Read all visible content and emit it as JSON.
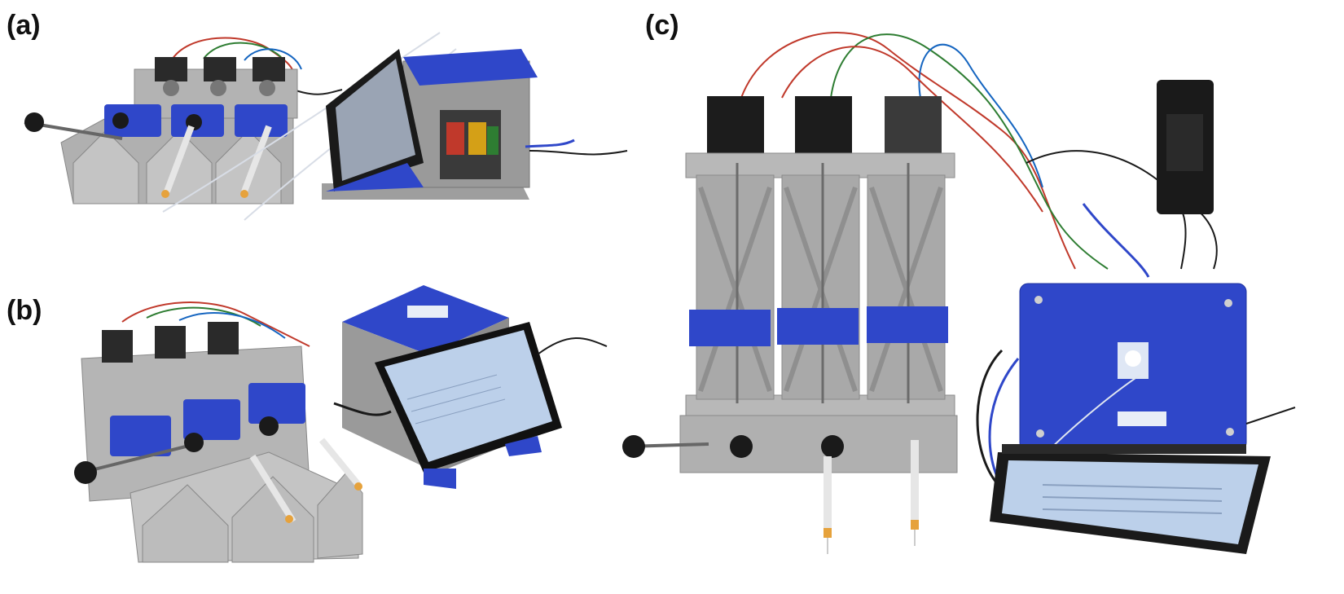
{
  "panels": [
    {
      "label": "(a)"
    },
    {
      "label": "(b)"
    },
    {
      "label": "(c)"
    }
  ],
  "colors": {
    "printed_blue": "#2f47c9",
    "printed_grey": "#a6a6a6",
    "motor_black": "#1c1c1c",
    "screen_blue": "#bcd0ea",
    "background": "#ffffff"
  }
}
